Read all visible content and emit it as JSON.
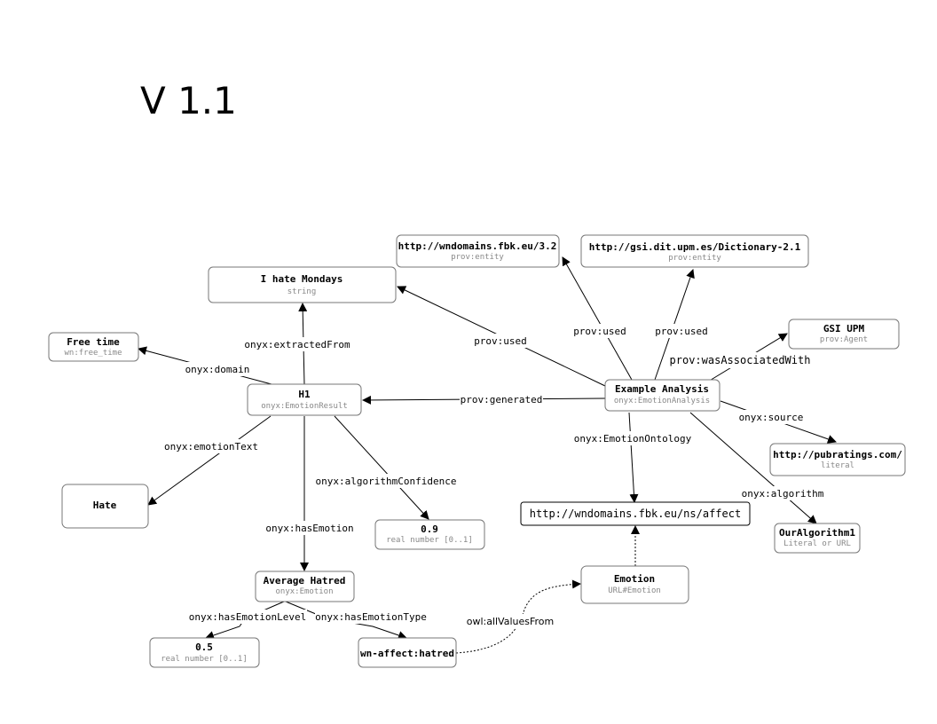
{
  "version": "V 1.1",
  "nodes": {
    "wndomains32": {
      "title": "http://wndomains.fbk.eu/3.2",
      "sub": "prov:entity"
    },
    "gsiDictionary": {
      "title": "http://gsi.dit.upm.es/Dictionary-2.1",
      "sub": "prov:entity"
    },
    "iHateMondays": {
      "title": "I hate Mondays",
      "sub": "string"
    },
    "freeTime": {
      "title": "Free time",
      "sub": "wn:free_time"
    },
    "gsiUpm": {
      "title": "GSI UPM",
      "sub": "prov:Agent"
    },
    "h1": {
      "title": "H1",
      "sub": "onyx:EmotionResult"
    },
    "exampleAnalysis": {
      "title": "Example Analysis",
      "sub": "onyx:EmotionAnalysis"
    },
    "pubratings": {
      "title": "http://pubratings.com/",
      "sub": "literal"
    },
    "hate": {
      "title": "Hate"
    },
    "confidence": {
      "title": "0.9",
      "sub": "real number [0..1]"
    },
    "affect": {
      "title": "http://wndomains.fbk.eu/ns/affect"
    },
    "ourAlgorithm": {
      "title": "OurAlgorithm1",
      "sub": "Literal or URL"
    },
    "emotion": {
      "title": "Emotion",
      "sub": "URL#Emotion"
    },
    "averageHatred": {
      "title": "Average Hatred",
      "sub": "onyx:Emotion"
    },
    "level": {
      "title": "0.5",
      "sub": "real number [0..1]"
    },
    "hatred": {
      "title": "wn-affect:hatred"
    }
  },
  "edges": {
    "provUsed1": "prov:used",
    "provUsed2": "prov:used",
    "provUsed3": "prov:used",
    "provWasAssociatedWith": "prov:wasAssociatedWith",
    "onyxExtractedFrom": "onyx:extractedFrom",
    "onyxDomain": "onyx:domain",
    "provGenerated": "prov:generated",
    "onyxSource": "onyx:source",
    "onyxEmotionOntology": "onyx:EmotionOntology",
    "onyxEmotionText": "onyx:emotionText",
    "onyxAlgorithmConfidence": "onyx:algorithmConfidence",
    "onyxAlgorithm": "onyx:algorithm",
    "onyxHasEmotion": "onyx:hasEmotion",
    "onyxHasEmotionLevel": "onyx:hasEmotionLevel",
    "onyxHasEmotionType": "onyx:hasEmotionType",
    "owlAllValuesFrom": "owl:allValuesFrom"
  }
}
